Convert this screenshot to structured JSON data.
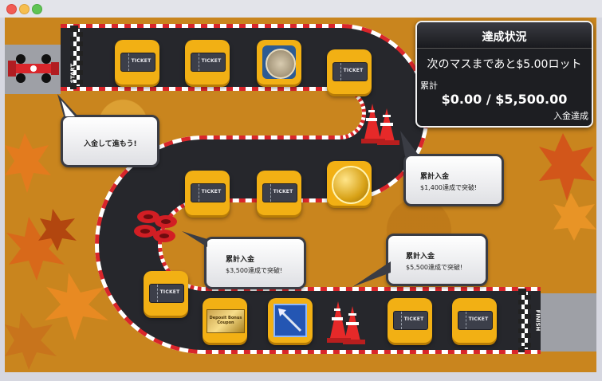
{
  "status_panel": {
    "title": "達成状況",
    "next_tile_text": "次のマスまであと$5.00ロット",
    "cumulative_label": "累計",
    "amount": "$0.00 / $5,500.00",
    "achieved_label": "入金達成"
  },
  "bubbles": {
    "start": "入金して進もう!",
    "milestone_1": {
      "title": "累計入金",
      "text": "$1,400達成で突破!"
    },
    "milestone_2": {
      "title": "累計入金",
      "text": "$3,500達成で突破!"
    },
    "milestone_3": {
      "title": "累計入金",
      "text": "$5,500達成で突破!"
    }
  },
  "ticket_label": "TICKET",
  "coupon_label": "Deposit Bonus Coupon",
  "finish_label": "FINISH",
  "start_label": "START",
  "colors": {
    "board": "#c9851e",
    "track": "#26272c",
    "tile": "#f2b014",
    "curb_red": "#d9262b"
  }
}
